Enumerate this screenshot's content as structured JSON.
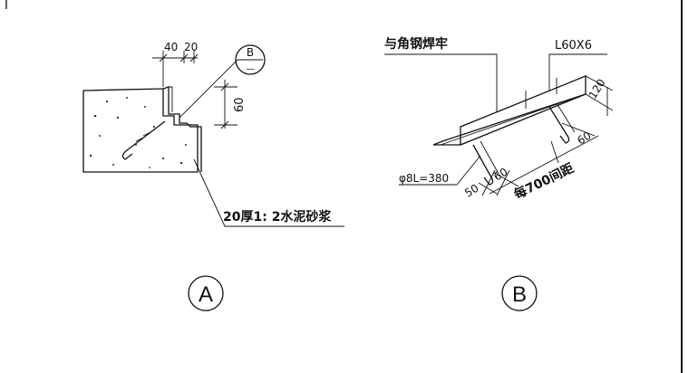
{
  "detail_a": {
    "dim_top_1": "40",
    "dim_top_2": "20",
    "dim_side": "60",
    "ref_top": "B",
    "ref_bottom": "—",
    "note": "20厚1: 2水泥砂浆",
    "caption": "A"
  },
  "detail_b": {
    "weld_note": "与角钢焊牢",
    "angle_label": "L60X6",
    "dim_120": "120",
    "dim_60_right": "60",
    "rebar_label": "φ8L=380",
    "dim_50": "50",
    "dim_60_left": "60",
    "spacing_label": "每700间距",
    "caption": "B"
  },
  "colors": {
    "line": "#111111",
    "background": "#ffffff"
  }
}
